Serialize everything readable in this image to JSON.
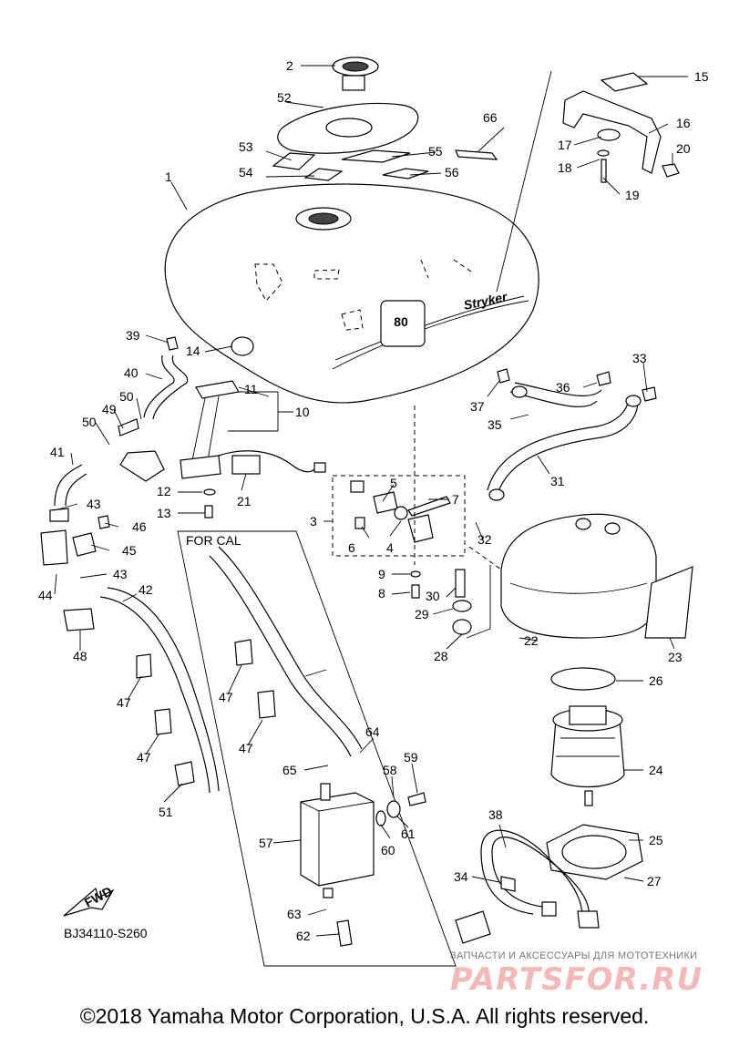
{
  "callouts": {
    "c1": "1",
    "c2": "2",
    "c3": "3",
    "c4": "4",
    "c5": "5",
    "c6": "6",
    "c7": "7",
    "c8": "8",
    "c9": "9",
    "c10": "10",
    "c11": "11",
    "c12": "12",
    "c13": "13",
    "c14": "14",
    "c15": "15",
    "c16": "16",
    "c17": "17",
    "c18": "18",
    "c19": "19",
    "c20": "20",
    "c21": "21",
    "c22": "22",
    "c23": "23",
    "c24": "24",
    "c25": "25",
    "c26": "26",
    "c27": "27",
    "c28": "28",
    "c29": "29",
    "c30": "30",
    "c31": "31",
    "c32": "32",
    "c33": "33",
    "c34": "34",
    "c35": "35",
    "c36": "36",
    "c37": "37",
    "c38": "38",
    "c39": "39",
    "c40": "40",
    "c41": "41",
    "c42": "42",
    "c43": "43",
    "c44": "44",
    "c45": "45",
    "c46": "46",
    "c47": "47",
    "c48": "48",
    "c49": "49",
    "c50": "50",
    "c51": "51",
    "c52": "52",
    "c53": "53",
    "c54": "54",
    "c55": "55",
    "c56": "56",
    "c57": "57",
    "c58": "58",
    "c59": "59",
    "c60": "60",
    "c61": "61",
    "c62": "62",
    "c63": "63",
    "c64": "64",
    "c65": "65",
    "c66": "66"
  },
  "region_label": "FOR CAL",
  "tank_badge_number": "80",
  "tank_badge_script": "Stryker",
  "fwd_label": "FWD",
  "reference_code": "BJ34110-S260",
  "watermark": {
    "caption": "ЗАПЧАСТИ И АКСЕССУАРЫ ДЛЯ МОТОТЕХНИКИ",
    "logo": "PARTSFOR.RU"
  },
  "copyright": "©2018 Yamaha Motor Corporation, U.S.A. All rights reserved.",
  "colors": {
    "line": "#000000",
    "background": "#ffffff",
    "watermark": "#f3b9b9"
  }
}
